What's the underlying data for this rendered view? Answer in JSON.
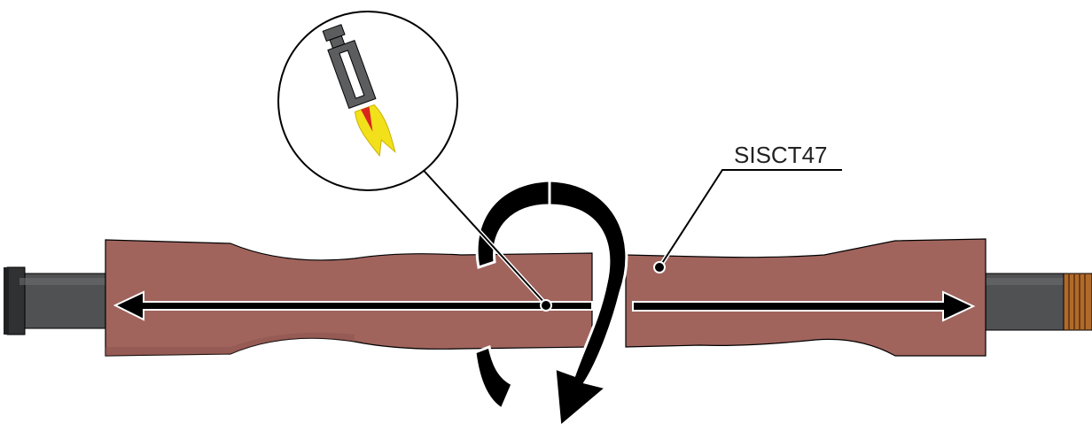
{
  "diagram": {
    "callout": {
      "label": "SISCT47"
    },
    "components": {
      "left_cable": "cable-left",
      "right_cable": "cable-right",
      "sleeve": "heat-shrink-sleeve",
      "torch": "gas-torch"
    },
    "colors": {
      "sleeve": "#a0645d",
      "sleeve_dark": "#8a524b",
      "cable": "#4f5153",
      "cable_dark": "#2f3133",
      "arrow": "#000000",
      "torch_body": "#5b5d5f",
      "flame_outer": "#f2e11a",
      "flame_inner": "#d8261e",
      "copper": "#b06a2a",
      "outline": "#000000"
    },
    "icons": {
      "rotation": "rotate-arrow-icon",
      "spread_left": "arrow-left-icon",
      "spread_right": "arrow-right-icon",
      "torch": "torch-icon"
    }
  }
}
